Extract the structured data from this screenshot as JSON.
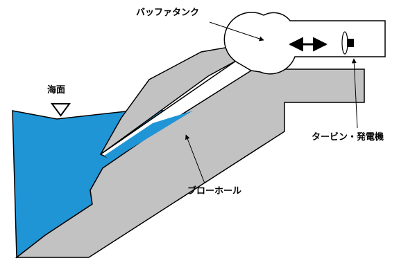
{
  "labels": {
    "buffer_tank": "バッファタンク",
    "sea_surface": "海面",
    "turbine_generator": "タービン・発電機",
    "blowhole": "ブローホール"
  },
  "colors": {
    "sea": "#1f95d6",
    "rock": "#c2c2c2",
    "outline": "#000000",
    "background": "#ffffff"
  },
  "icons": {
    "sea_surface_marker": "down-triangle-icon",
    "air_flow": "double-arrow-icon",
    "turbine": "turbine-icon"
  }
}
